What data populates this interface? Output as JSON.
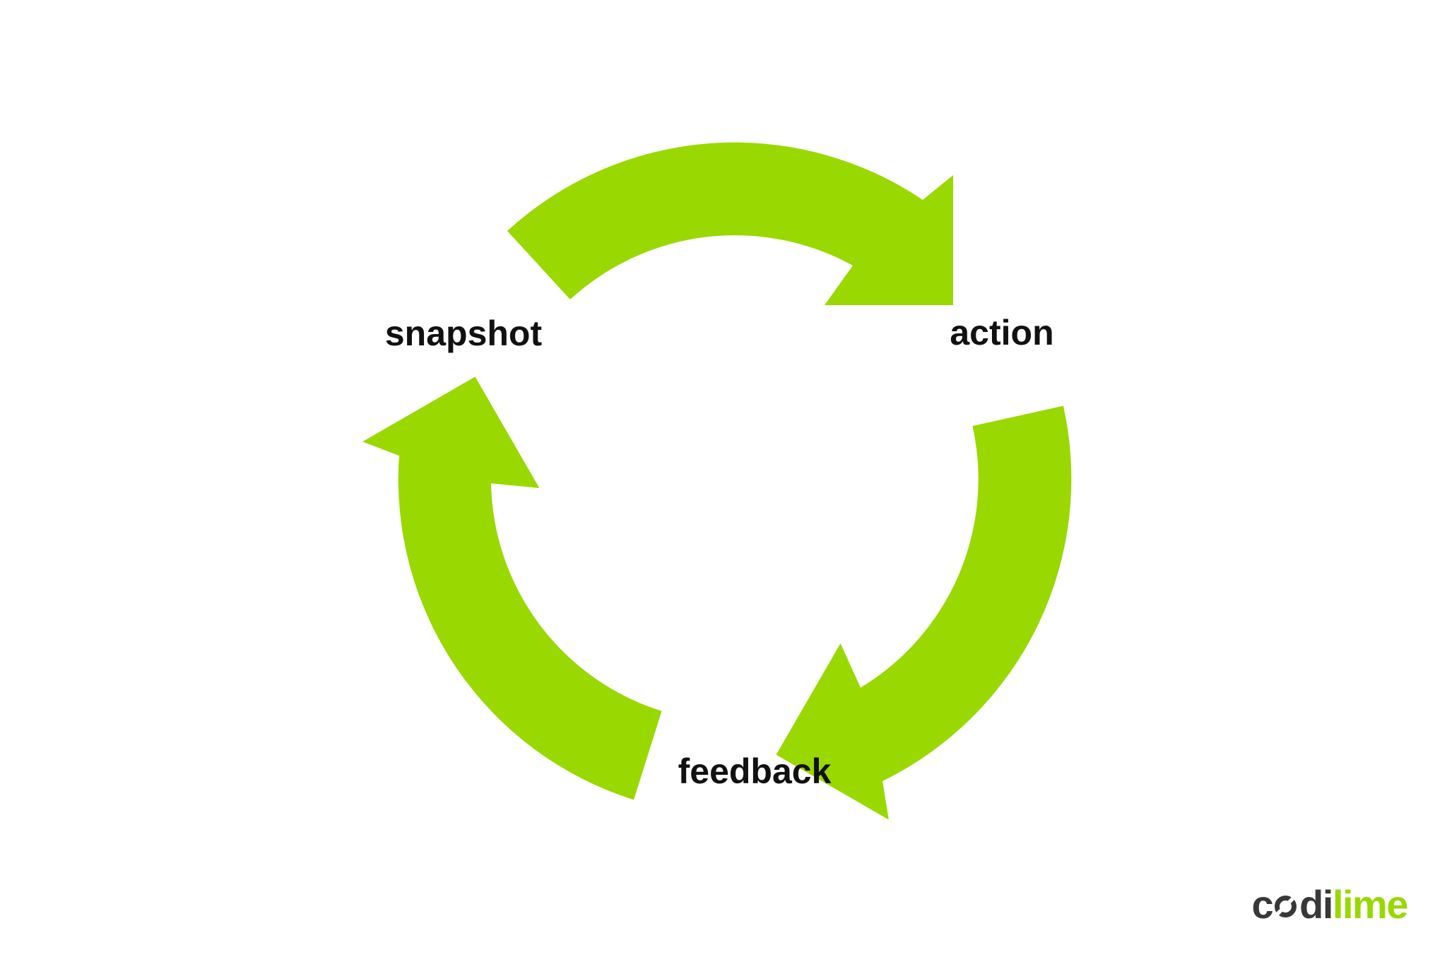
{
  "diagram": {
    "type": "cycle",
    "direction": "clockwise",
    "labels": {
      "snapshot": "snapshot",
      "action": "action",
      "feedback": "feedback"
    },
    "flow": [
      "snapshot",
      "action",
      "feedback"
    ],
    "colors": {
      "arrow": "#99d800",
      "label_text": "#111111",
      "background": "#ffffff"
    }
  },
  "logo": {
    "full_text": "codilime",
    "text_dark_1": "c",
    "text_dark_2": "di",
    "text_green": "lime",
    "colors": {
      "dark": "#383838",
      "green": "#99d800"
    }
  }
}
